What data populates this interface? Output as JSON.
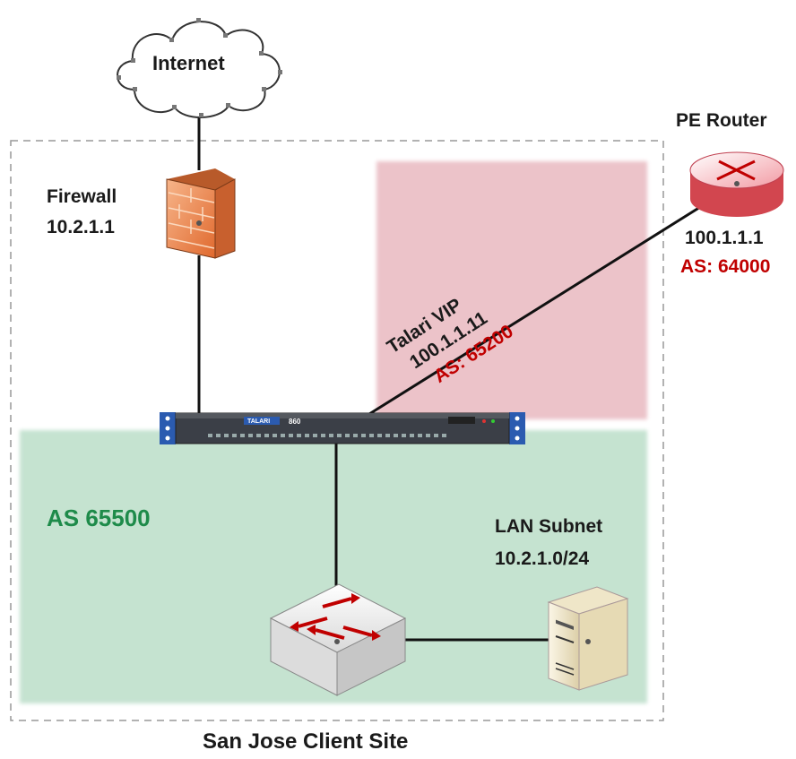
{
  "site": {
    "name": "San Jose Client Site"
  },
  "internet": {
    "label": "Internet"
  },
  "firewall": {
    "label": "Firewall",
    "ip": "10.2.1.1"
  },
  "pe_router": {
    "label": "PE Router",
    "ip": "100.1.1.1",
    "as": "AS: 64000"
  },
  "talari": {
    "label": "Talari VIP",
    "ip": "100.1.1.11",
    "as": "AS: 65200",
    "brand": "TALARI",
    "model": "860"
  },
  "lan_zone": {
    "label": "AS 65500"
  },
  "lan_subnet": {
    "label": "LAN Subnet",
    "cidr": "10.2.1.0/24"
  },
  "colors": {
    "wan_zone": "#e9b9c0",
    "lan_zone": "#bfe0cc",
    "as_red": "#c00000",
    "as_green": "#1e8b4a"
  }
}
